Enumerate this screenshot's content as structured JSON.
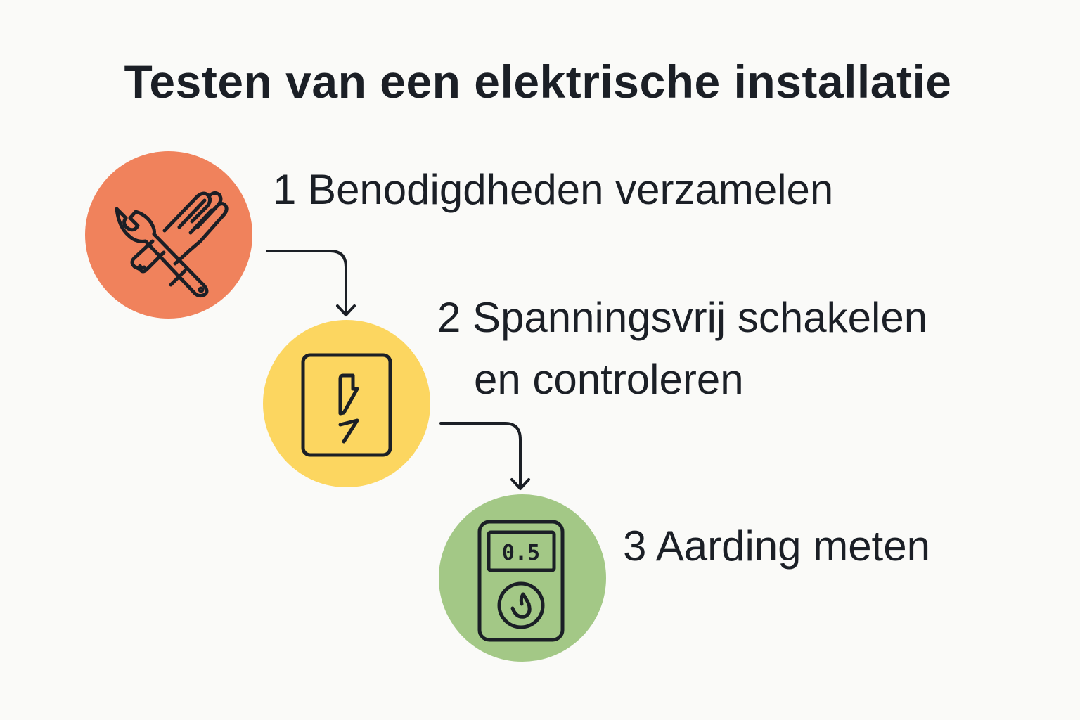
{
  "title": "Testen van een elektrische installatie",
  "colors": {
    "background": "#fafaf8",
    "text": "#1b1f26",
    "step1_circle": "#f0825c",
    "step2_circle": "#fcd660",
    "step3_circle": "#a3c886",
    "icon_stroke": "#1b1f26"
  },
  "steps": [
    {
      "number": "1",
      "label": "Benodigdheden verzamelen",
      "label_line2": "",
      "icon": "wrench-and-glove-icon"
    },
    {
      "number": "2",
      "label": "Spanningsvrij schakelen",
      "label_line2": "en controleren",
      "icon": "fuse-box-lightning-icon"
    },
    {
      "number": "3",
      "label": "Aarding meten",
      "label_line2": "",
      "icon": "earth-tester-meter-icon",
      "meter_reading": "0.5"
    }
  ]
}
